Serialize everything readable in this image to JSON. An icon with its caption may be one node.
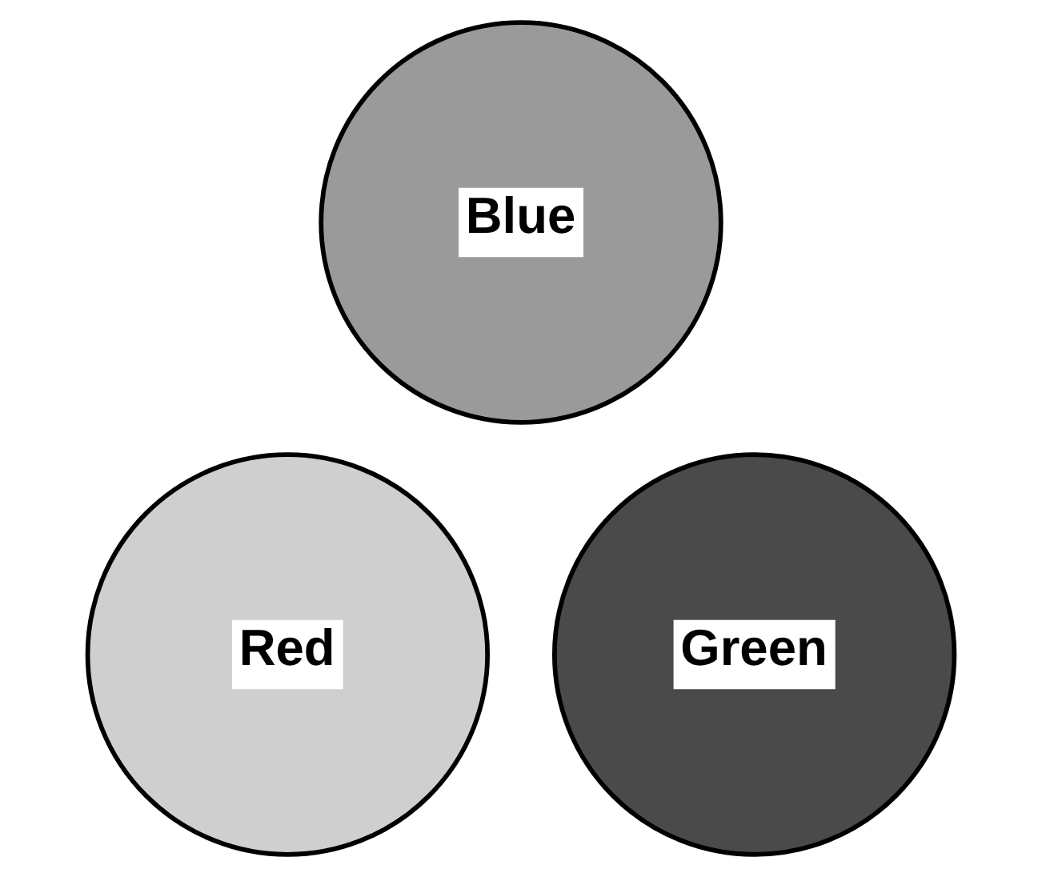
{
  "diagram": {
    "nodes": [
      {
        "text": [
          "Blue"
        ]
      },
      {
        "text": [
          "Red"
        ]
      },
      {
        "text": [
          "Green"
        ]
      }
    ]
  }
}
